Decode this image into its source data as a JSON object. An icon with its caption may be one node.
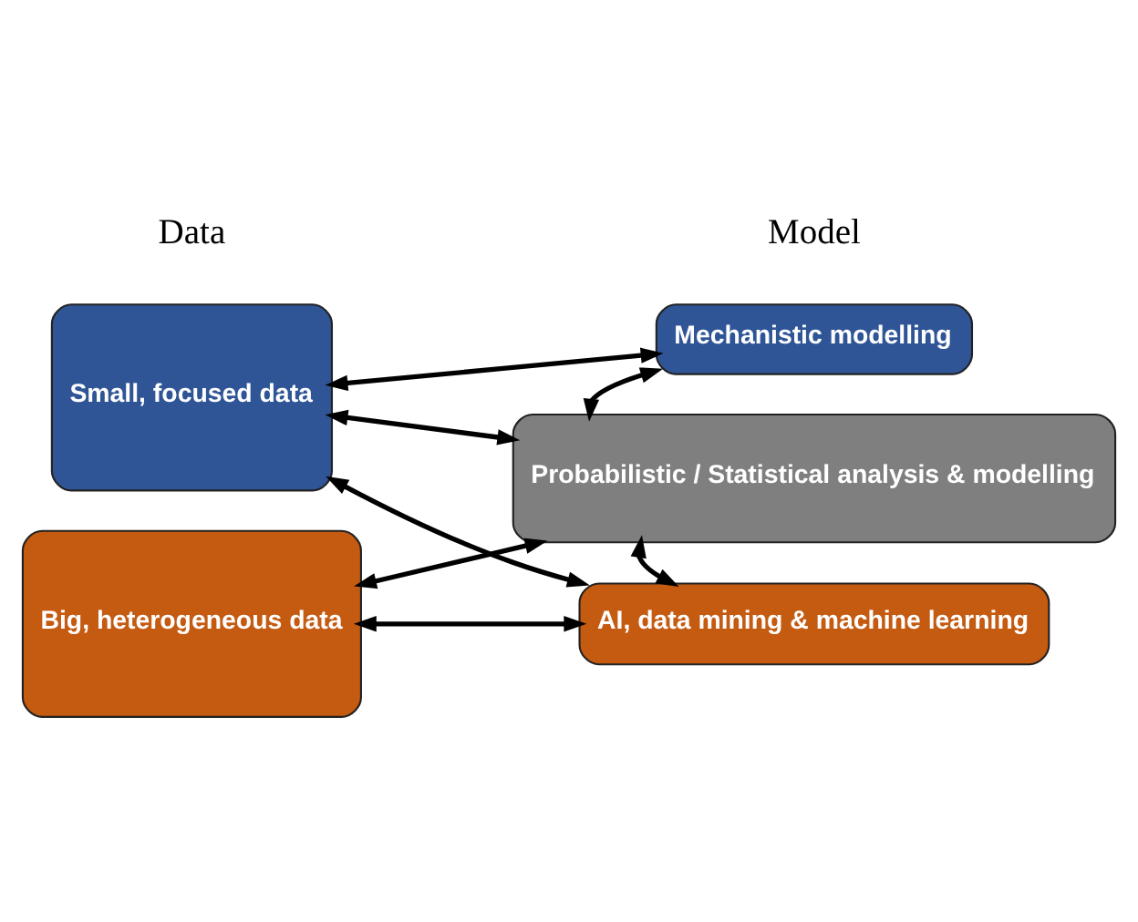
{
  "diagram": {
    "nodes": [
      {
        "text": [
          "Small, focused data"
        ]
      },
      {
        "text": [
          "Big, heterogeneous data"
        ]
      },
      {
        "text": [
          "Mechanistic modelling"
        ]
      },
      {
        "text": [
          "Probabilistic / Statistical analysis & modelling"
        ]
      },
      {
        "text": [
          "AI, data mining & machine learning"
        ]
      }
    ],
    "edges": [
      {
        "from": 0,
        "to": 2,
        "arrow": "both"
      },
      {
        "from": 2,
        "to": 3,
        "arrow": "both"
      },
      {
        "from": 0,
        "to": 3,
        "arrow": "both"
      },
      {
        "from": 1,
        "to": 3,
        "arrow": "both"
      },
      {
        "from": 0,
        "to": 4,
        "arrow": "both"
      },
      {
        "from": 3,
        "to": 4,
        "arrow": "both"
      },
      {
        "from": 1,
        "to": 4,
        "arrow": "both"
      }
    ],
    "labels": [
      "Data",
      "Model"
    ]
  }
}
